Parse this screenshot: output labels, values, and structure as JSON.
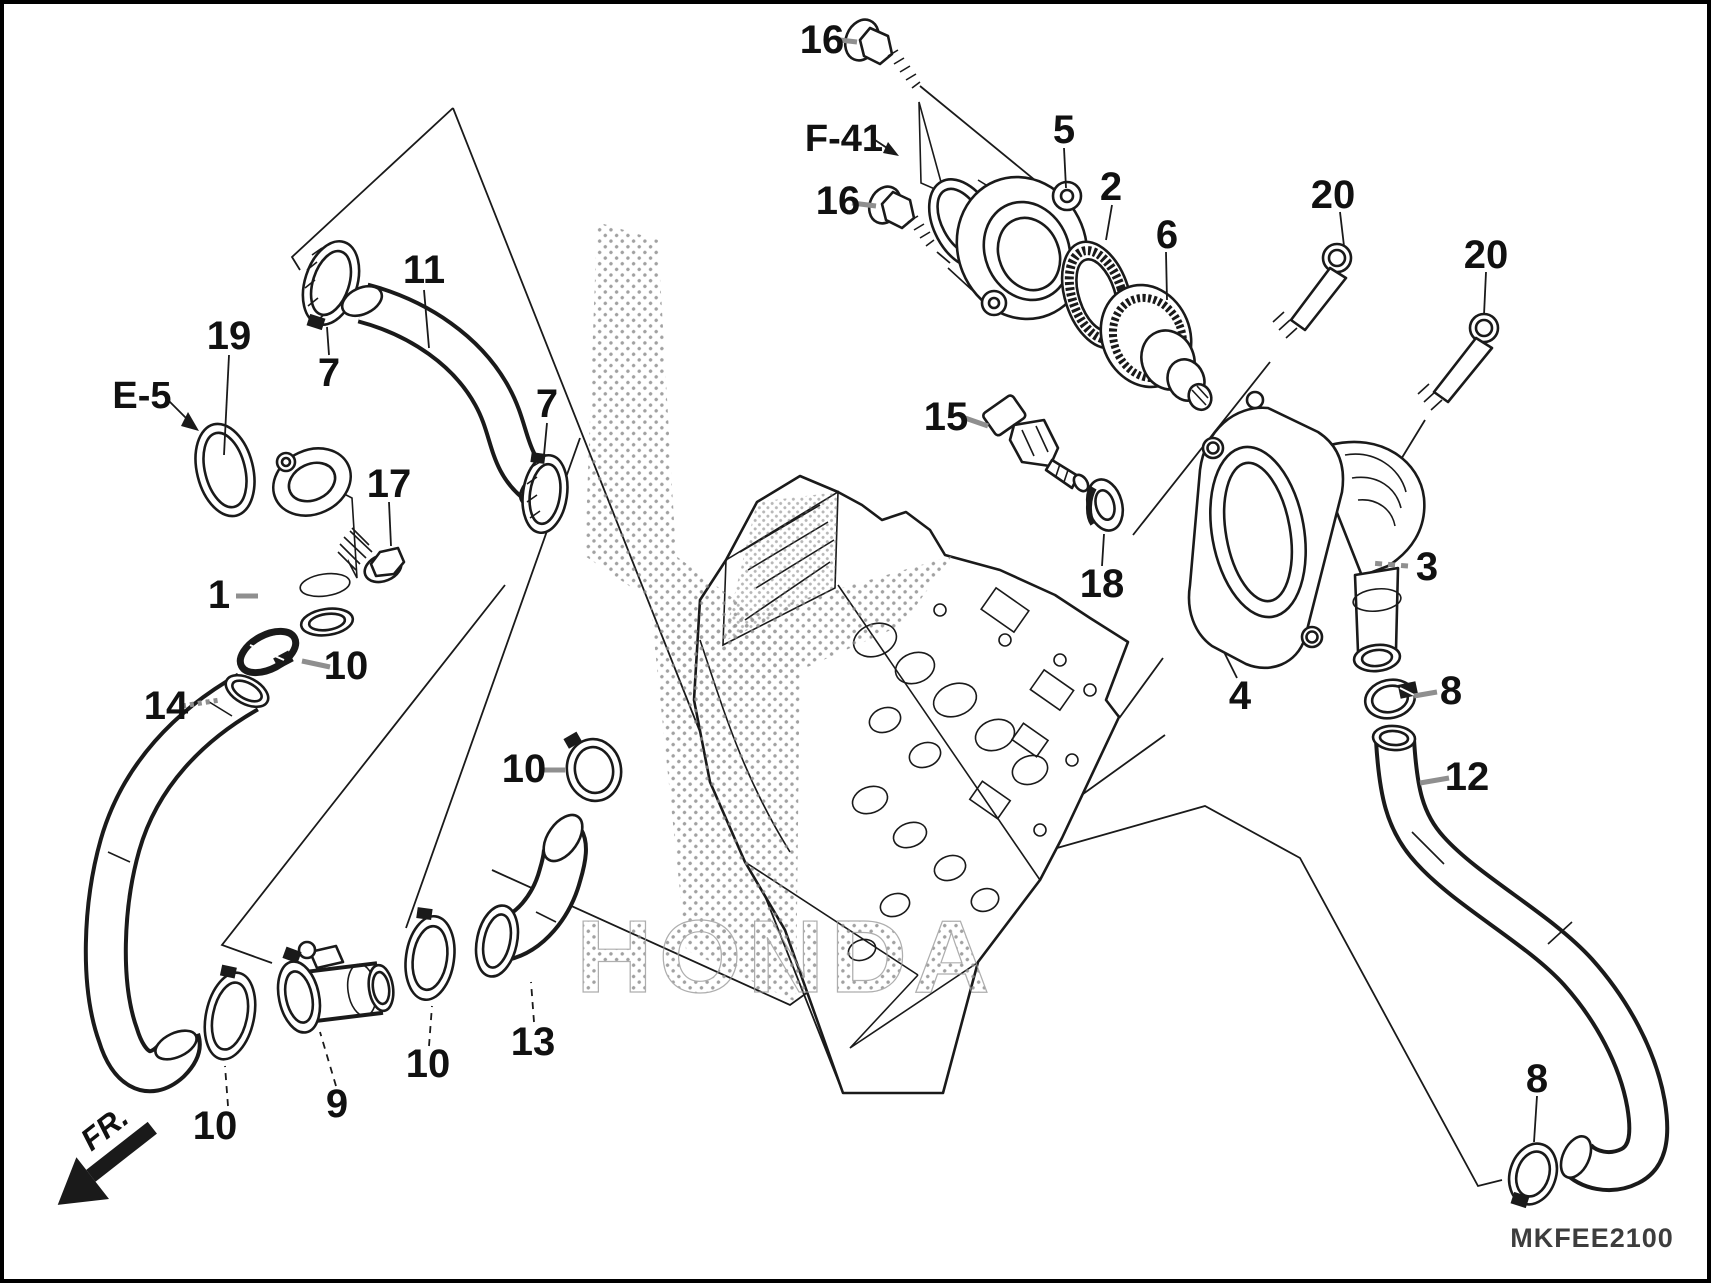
{
  "diagram": {
    "type": "exploded-parts-diagram",
    "code": "MKFEE2100",
    "watermark": "HONDA",
    "direction_indicator": "FR.",
    "cross_references": [
      {
        "label": "E-5"
      },
      {
        "label": "F-41"
      }
    ],
    "callouts": [
      {
        "label": "16"
      },
      {
        "label": "16"
      },
      {
        "label": "5"
      },
      {
        "label": "2"
      },
      {
        "label": "6"
      },
      {
        "label": "20"
      },
      {
        "label": "20"
      },
      {
        "label": "19"
      },
      {
        "label": "7"
      },
      {
        "label": "11"
      },
      {
        "label": "7"
      },
      {
        "label": "17"
      },
      {
        "label": "15"
      },
      {
        "label": "18"
      },
      {
        "label": "3"
      },
      {
        "label": "1"
      },
      {
        "label": "10"
      },
      {
        "label": "14"
      },
      {
        "label": "4"
      },
      {
        "label": "8"
      },
      {
        "label": "12"
      },
      {
        "label": "10"
      },
      {
        "label": "13"
      },
      {
        "label": "10"
      },
      {
        "label": "10"
      },
      {
        "label": "9"
      },
      {
        "label": "8"
      }
    ]
  }
}
